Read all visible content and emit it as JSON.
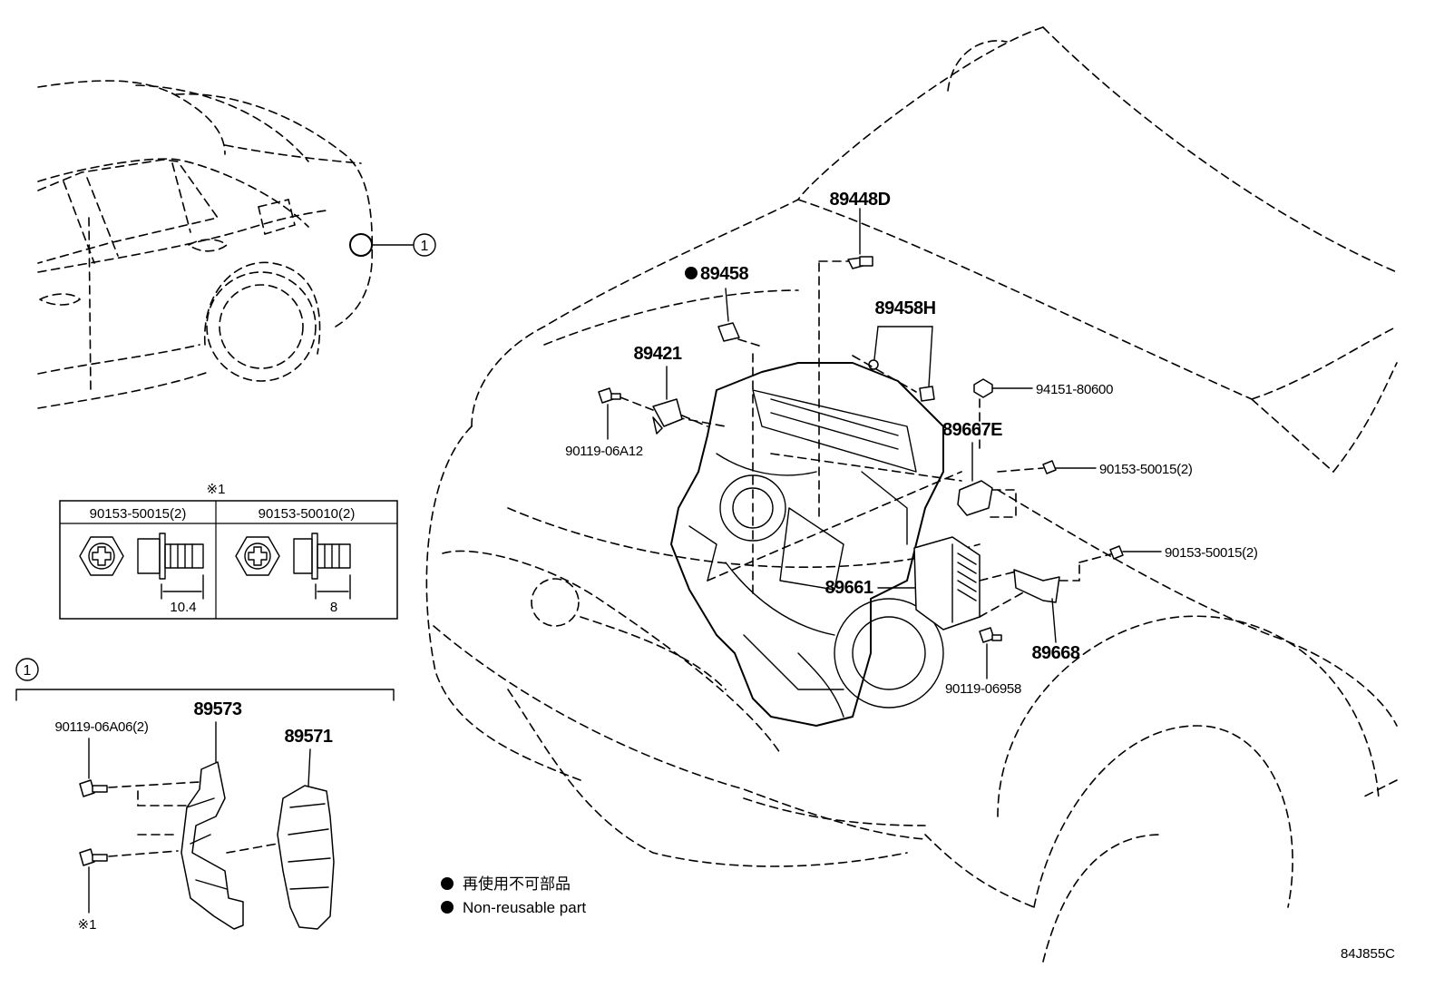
{
  "diagram_id": "84J855C",
  "marker_1": "1",
  "asterisk_1": "※1",
  "callouts": {
    "p89448D": "89448D",
    "p89458": "89458",
    "p89458H": "89458H",
    "p89421": "89421",
    "p94151": "94151-80600",
    "p89667E": "89667E",
    "p90119_06A12": "90119-06A12",
    "p90153_top": "90153-50015(2)",
    "p90153_mid": "90153-50015(2)",
    "p89661": "89661",
    "p89668": "89668",
    "p90119_06958": "90119-06958",
    "p89573": "89573",
    "p89571": "89571",
    "p90119_06A06": "90119-06A06(2)"
  },
  "bolt_table": {
    "col1_header": "90153-50015(2)",
    "col2_header": "90153-50010(2)",
    "col1_dim": "10.4",
    "col2_dim": "8"
  },
  "legend": {
    "line1": "再使用不可部品",
    "line2": "Non-reusable part"
  },
  "icons": [
    "non-reusable-dot-icon",
    "phillips-bolt-head-icon",
    "flange-bolt-icon",
    "circled-1-marker-icon"
  ]
}
